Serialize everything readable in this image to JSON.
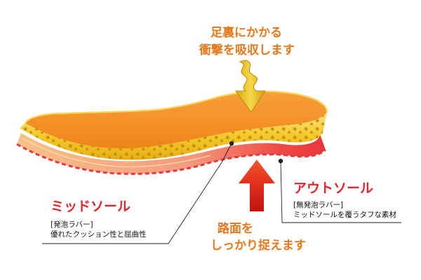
{
  "top_caption": {
    "line1": "足裏にかかる",
    "line2": "衝撃を吸収します"
  },
  "bottom_caption": {
    "line1": "路面を",
    "line2": "しっかり捉えます"
  },
  "midsole": {
    "title": "ミッドソール",
    "material": "[発泡ラバー]",
    "description": "優れたクッション性と屈曲性"
  },
  "outsole": {
    "title": "アウトソール",
    "material": "[無発泡ラバー]",
    "description": "ミッドソールを覆うタフな素材"
  },
  "colors": {
    "caption_orange": "#e8771a",
    "title_red": "#e0252f",
    "insole_orange": "#f08a1c",
    "foam_yellow": "#f2c623",
    "outsole_red": "#ef3e3e",
    "arrow_yellow": "#e8c11d"
  }
}
